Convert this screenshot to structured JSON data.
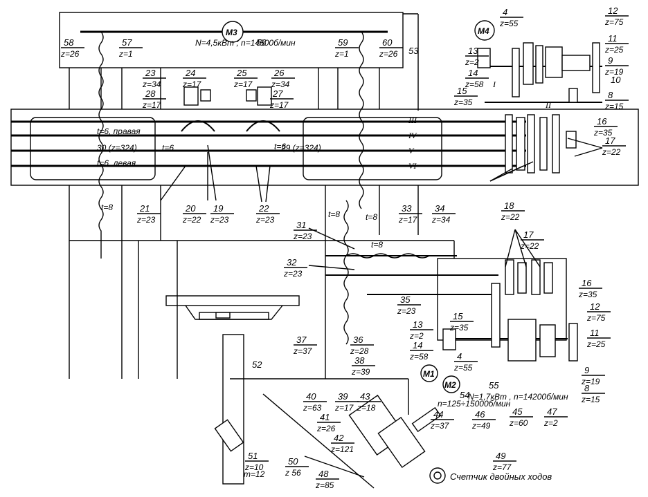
{
  "motors": {
    "m3": {
      "name": "M3",
      "spec": "N=4,5кВт ; n=14500б/мин"
    },
    "m4": {
      "name": "M4"
    },
    "m1": {
      "name": "M1",
      "speed": "n=125÷15000б/мин"
    },
    "m2": {
      "name": "M2",
      "spec": "N=1,7кВт , n=14200б/мин"
    }
  },
  "labels": {
    "top": [
      {
        "n": "58",
        "z": "z=26"
      },
      {
        "n": "57",
        "z": "z=1"
      },
      {
        "n": "56",
        "z": ""
      },
      {
        "n": "59",
        "z": "z=1"
      },
      {
        "n": "60",
        "z": "z=26"
      },
      {
        "n": "4",
        "z": "z=55"
      },
      {
        "n": "13",
        "z": "z=2"
      },
      {
        "n": "14",
        "z": "z=58"
      },
      {
        "n": "15",
        "z": "z=35"
      },
      {
        "n": "16",
        "z": "z=35"
      },
      {
        "n": "12",
        "z": "z=75"
      },
      {
        "n": "11",
        "z": "z=25"
      },
      {
        "n": "9",
        "z": "z=19"
      },
      {
        "n": "10",
        "z": ""
      },
      {
        "n": "8",
        "z": "z=15"
      },
      {
        "n": "17",
        "z": "z=22"
      },
      {
        "n": "18",
        "z": "z=22"
      },
      {
        "n": "53",
        "z": ""
      }
    ],
    "carriage": [
      {
        "n": "23",
        "z": "z=34"
      },
      {
        "n": "24",
        "z": "z=17"
      },
      {
        "n": "25",
        "z": "z=17"
      },
      {
        "n": "26",
        "z": "z=34"
      },
      {
        "n": "28",
        "z": "z=17"
      },
      {
        "n": "27",
        "z": "z=17"
      },
      {
        "n": "21",
        "z": "z=23"
      },
      {
        "n": "20",
        "z": "z=22"
      },
      {
        "n": "19",
        "z": "z=23"
      },
      {
        "n": "22",
        "z": "z=23"
      }
    ],
    "screw_right": "t=6, правая",
    "screw_left": "t=6, левая",
    "worm_30": "30 (z=324)",
    "worm_29": "29 (z=324)",
    "t6": "t=6",
    "t8": "t=8",
    "shafts": [
      "III",
      "IV",
      "V",
      "VI",
      "I",
      "II"
    ],
    "lower": [
      {
        "n": "33",
        "z": "z=17"
      },
      {
        "n": "34",
        "z": "z=34"
      },
      {
        "n": "31",
        "z": "z=23"
      },
      {
        "n": "32",
        "z": "z=23"
      },
      {
        "n": "35",
        "z": "z=23"
      },
      {
        "n": "37",
        "z": "z=37"
      },
      {
        "n": "36",
        "z": "z=28"
      },
      {
        "n": "17",
        "z": "z=22"
      },
      {
        "n": "16",
        "z": "z=35"
      },
      {
        "n": "15",
        "z": "z=35"
      },
      {
        "n": "13",
        "z": "z=2"
      },
      {
        "n": "14",
        "z": "z=58"
      },
      {
        "n": "4",
        "z": "z=55"
      },
      {
        "n": "12",
        "z": "z=75"
      },
      {
        "n": "11",
        "z": "z=25"
      },
      {
        "n": "9",
        "z": "z=19"
      },
      {
        "n": "8",
        "z": "z=15"
      },
      {
        "n": "55",
        "z": ""
      },
      {
        "n": "52",
        "z": ""
      }
    ],
    "bottom": [
      {
        "n": "38",
        "z": "z=39"
      },
      {
        "n": "40",
        "z": "z=63"
      },
      {
        "n": "39",
        "z": "z=17"
      },
      {
        "n": "43",
        "z": "z=18"
      },
      {
        "n": "41",
        "z": "z=26"
      },
      {
        "n": "42",
        "z": "z=121"
      },
      {
        "n": "44",
        "z": "z=37"
      },
      {
        "n": "46",
        "z": "z=49"
      },
      {
        "n": "45",
        "z": "z=60"
      },
      {
        "n": "47",
        "z": "z=2"
      },
      {
        "n": "49",
        "z": "z=77"
      },
      {
        "n": "50",
        "z": "z 56"
      },
      {
        "n": "48",
        "z": "z=85"
      },
      {
        "n": "51",
        "z": "z=10"
      },
      {
        "n": "54",
        "z": ""
      }
    ],
    "module": "m=12",
    "counter": "Счетчик двойных ходов"
  }
}
